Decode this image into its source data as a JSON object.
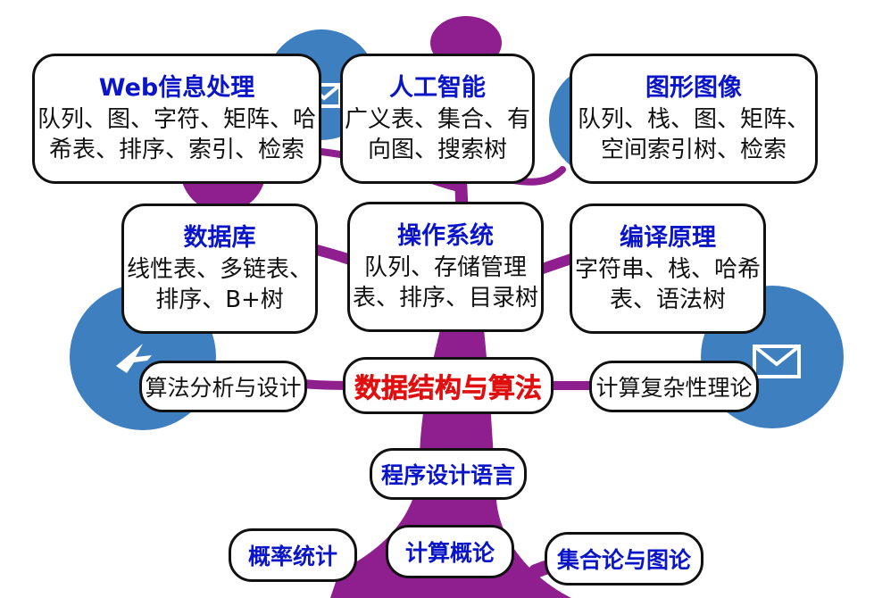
{
  "boxes": {
    "web": {
      "title": "Web信息处理",
      "lines": [
        "队列、图、字符、矩阵、哈",
        "希表、排序、索引、检索"
      ]
    },
    "ai": {
      "title": "人工智能",
      "lines": [
        "广义表、集合、有",
        "向图、搜索树"
      ]
    },
    "graphics": {
      "title": "图形图像",
      "lines": [
        "队列、栈、图、矩阵、",
        "空间索引树、检索"
      ]
    },
    "database": {
      "title": "数据库",
      "lines": [
        "线性表、多链表、",
        "排序、B+树"
      ]
    },
    "os": {
      "title": "操作系统",
      "lines": [
        "队列、存储管理",
        "表、排序、目录树"
      ]
    },
    "compiler": {
      "title": "编译原理",
      "lines": [
        "字符串、栈、哈希",
        "表、语法树"
      ]
    }
  },
  "pills": {
    "algo_design": "算法分析与设计",
    "center": "数据结构与算法",
    "complexity": "计算复杂性理论",
    "programming": "程序设计语言",
    "probability": "概率统计",
    "intro": "计算概论",
    "sets_graphs": "集合论与图论"
  },
  "colors": {
    "tree": "#8f1f8f",
    "bubble": "#3e7fc0",
    "title_blue": "#0a14c8",
    "center_red": "#e01010"
  },
  "icons": {
    "envelope": "envelope-icon",
    "airplane": "airplane-icon"
  }
}
